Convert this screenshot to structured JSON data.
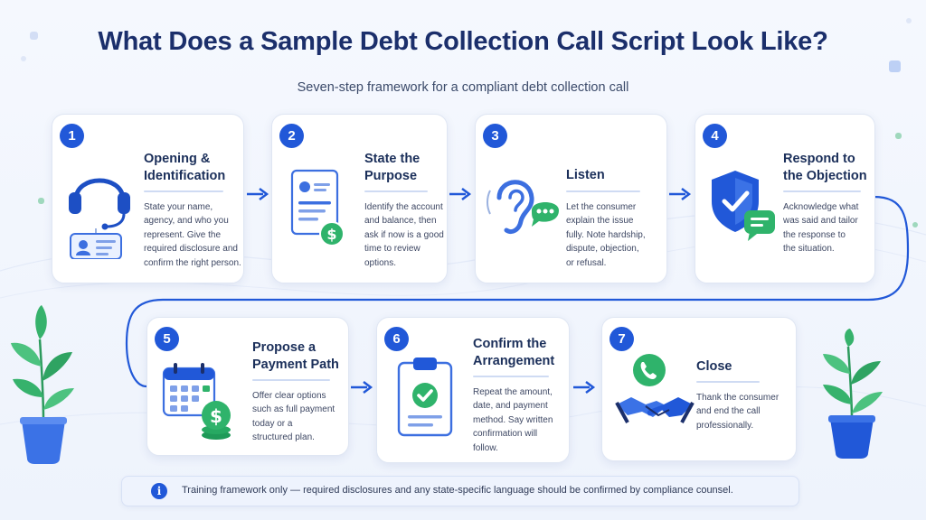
{
  "header": {
    "title": "What Does a Sample Debt Collection Call Script Look Like?",
    "subtitle": "Seven-step framework for a compliant debt collection call"
  },
  "steps": [
    {
      "number": "1",
      "title": "Opening &\nIdentification",
      "body": "State your name,\nagency, and who you\nrepresent. Give the\nrequired disclosure and\nconfirm the right person.",
      "icon": "headset-badge-icon"
    },
    {
      "number": "2",
      "title": "State the\nPurpose",
      "body": "Identify the account\nand balance, then\nask if now is a good\ntime to review\noptions.",
      "icon": "document-dollar-icon"
    },
    {
      "number": "3",
      "title": "Listen",
      "body": "Let the consumer\nexplain the issue\nfully. Note hardship,\ndispute, objection,\nor refusal.",
      "icon": "ear-chat-icon"
    },
    {
      "number": "4",
      "title": "Respond to\nthe Objection",
      "body": "Acknowledge what\nwas said and tailor\nthe response to\nthe situation.",
      "icon": "shield-check-icon"
    },
    {
      "number": "5",
      "title": "Propose a\nPayment Path",
      "body": "Offer clear options\nsuch as full payment\ntoday or a\nstructured plan.",
      "icon": "calendar-dollar-icon"
    },
    {
      "number": "6",
      "title": "Confirm the\nArrangement",
      "body": "Repeat the amount,\ndate, and payment\nmethod. Say written\nconfirmation will\nfollow.",
      "icon": "clipboard-check-icon"
    },
    {
      "number": "7",
      "title": "Close",
      "body": "Thank the consumer\nand end the call\nprofessionally.",
      "icon": "phone-handshake-icon"
    }
  ],
  "footer_note": {
    "icon": "info-icon",
    "text": "Training framework only — required disclosures and any state-specific language should be confirmed by compliance counsel."
  },
  "colors": {
    "primary": "#2158d8",
    "title": "#1b2f6b",
    "accent_green": "#2fb36b",
    "card_border": "#dfe6f3"
  }
}
